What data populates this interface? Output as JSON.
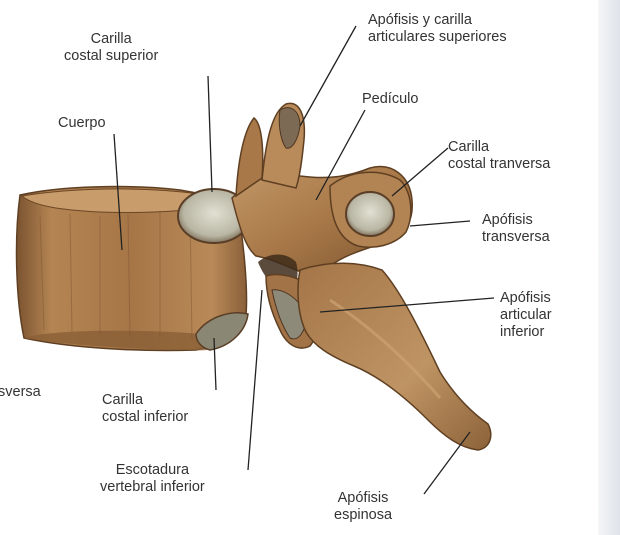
{
  "labels": {
    "articular_superior": [
      "Apófisis y carilla",
      "articulares superiores"
    ],
    "costal_superior": [
      "Carilla",
      "costal superior"
    ],
    "pediculo": [
      "Pedículo"
    ],
    "cuerpo": [
      "Cuerpo"
    ],
    "costal_transversa": [
      "Carilla",
      "costal tranversa"
    ],
    "transversa": [
      "Apófisis",
      "transversa"
    ],
    "articular_inferior": [
      "Apófisis",
      "articular",
      "inferior"
    ],
    "cut_left": [
      "sversa"
    ],
    "costal_inferior": [
      "Carilla",
      "costal inferior"
    ],
    "escotadura": [
      "Escotadura",
      "vertebral inferior"
    ],
    "espinosa": [
      "Apófisis",
      "espinosa"
    ]
  },
  "colors": {
    "bone": "#a9794a",
    "bone_dark": "#6e4b2a",
    "bone_light": "#cfa573",
    "facet": "#c9c7b8",
    "leader": "#222222"
  }
}
